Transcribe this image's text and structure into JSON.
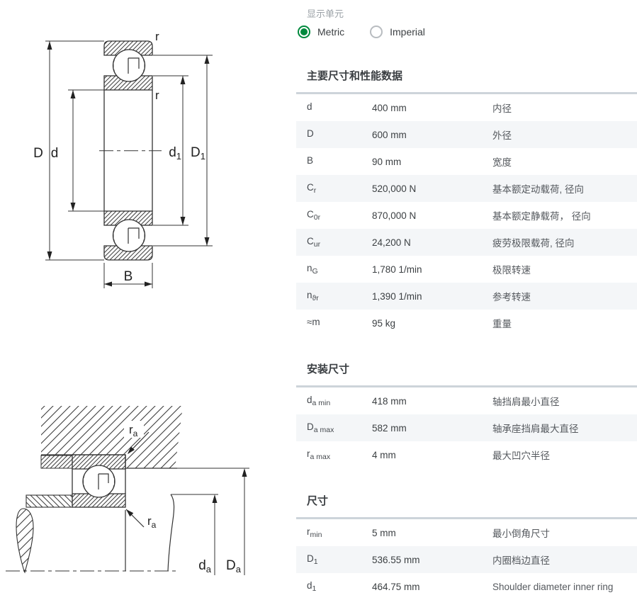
{
  "units_panel": {
    "label": "显示单元",
    "options": [
      {
        "label": "Metric",
        "selected": true
      },
      {
        "label": "Imperial",
        "selected": false
      }
    ]
  },
  "colors": {
    "accent_green": "#00893d",
    "row_stripe": "#f4f6f8",
    "divider": "#cdd4da"
  },
  "table": {
    "sections": [
      {
        "title": "主要尺寸和性能数据",
        "rows": [
          {
            "sym": "d",
            "sub": "",
            "value": "400 mm",
            "desc": "内径"
          },
          {
            "sym": "D",
            "sub": "",
            "value": "600 mm",
            "desc": "外径"
          },
          {
            "sym": "B",
            "sub": "",
            "value": "90 mm",
            "desc": "宽度"
          },
          {
            "sym": "C",
            "sub": "r",
            "value": "520,000 N",
            "desc": "基本额定动载荷, 径向"
          },
          {
            "sym": "C",
            "sub": "0r",
            "value": "870,000 N",
            "desc": "基本额定静载荷， 径向"
          },
          {
            "sym": "C",
            "sub": "ur",
            "value": "24,200 N",
            "desc": "疲劳极限载荷, 径向"
          },
          {
            "sym": "n",
            "sub": "G",
            "value": "1,780 1/min",
            "desc": "极限转速"
          },
          {
            "sym": "n",
            "sub": "ϑr",
            "value": "1,390 1/min",
            "desc": "参考转速"
          },
          {
            "sym": "≈m",
            "sub": "",
            "value": "95 kg",
            "desc": "重量"
          }
        ]
      },
      {
        "title": "安装尺寸",
        "rows": [
          {
            "sym": "d",
            "sub": "a min",
            "value": "418 mm",
            "desc": "轴挡肩最小直径"
          },
          {
            "sym": "D",
            "sub": "a max",
            "value": "582 mm",
            "desc": "轴承座挡肩最大直径"
          },
          {
            "sym": "r",
            "sub": "a max",
            "value": "4 mm",
            "desc": "最大凹穴半径"
          }
        ]
      },
      {
        "title": "尺寸",
        "rows": [
          {
            "sym": "r",
            "sub": "min",
            "value": "5 mm",
            "desc": "最小倒角尺寸"
          },
          {
            "sym": "D",
            "sub": "1",
            "value": "536.55 mm",
            "desc": "内圈档边直径"
          },
          {
            "sym": "d",
            "sub": "1",
            "value": "464.75 mm",
            "desc": "Shoulder diameter inner ring"
          }
        ]
      }
    ]
  },
  "drawing_main": {
    "labels": {
      "D": "D",
      "d": "d",
      "d1": {
        "main": "d",
        "sub": "1"
      },
      "D1": {
        "main": "D",
        "sub": "1"
      },
      "B": "B",
      "r_top": "r",
      "r_side": "r"
    }
  },
  "drawing_mount": {
    "labels": {
      "ra_top": {
        "main": "r",
        "sub": "a"
      },
      "ra_bottom": {
        "main": "r",
        "sub": "a"
      },
      "da": {
        "main": "d",
        "sub": "a"
      },
      "Da": {
        "main": "D",
        "sub": "a"
      }
    }
  }
}
